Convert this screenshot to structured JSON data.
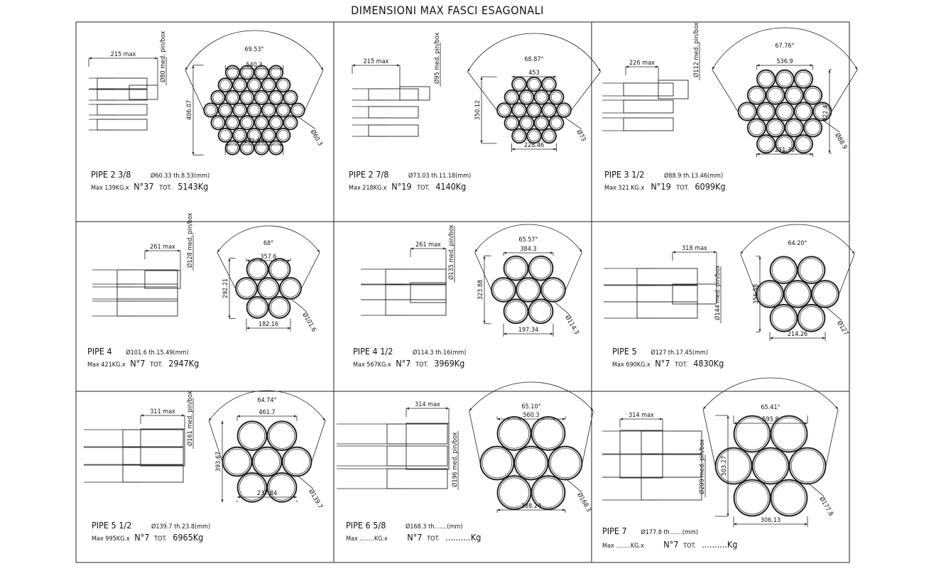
{
  "title": "DIMENSIONI MAX FASCI ESAGONALI",
  "panels": [
    {
      "id": "p1",
      "n": 37,
      "grid": [
        4,
        5,
        6,
        7,
        6,
        5,
        4
      ],
      "angle": "69.53°",
      "width": "540.3",
      "height": "406.07",
      "diam": "Ø60.3",
      "bottom": "271.55",
      "length": "215  max",
      "od": "Ø80 med. pin/box",
      "name": "PIPE 2 3/8",
      "spec": "Ø60.33 th.8.53(mm)",
      "max": "Max 139KG.x",
      "count": "N°37",
      "tot": "TOT.",
      "kg": "5143Kg"
    },
    {
      "id": "p2",
      "n": 19,
      "grid": [
        3,
        4,
        5,
        4,
        3
      ],
      "angle": "68.87°",
      "width": "453",
      "height": "350.12",
      "diam": "Ø73",
      "bottom": "228.46",
      "length": "215  max",
      "od": "Ø95 med. pin/box",
      "name": "PIPE 2 7/8",
      "spec": "Ø73.03 th.11.18(mm)",
      "max": "Max 218KG.x",
      "count": "N°19",
      "tot": "TOT.",
      "kg": "4140Kg"
    },
    {
      "id": "p3",
      "n": 19,
      "grid": [
        3,
        4,
        5,
        4,
        3
      ],
      "angle": "67.76°",
      "width": "536.9",
      "height": "422.47",
      "diam": "Ø88.9",
      "bottom": "271.39",
      "length": "226  max",
      "od": "Ø112 med. pin/box",
      "name": "PIPE 3 1/2",
      "spec": "Ø88.9 th.13.46(mm)",
      "max": "Max 321 KG.x",
      "count": "N°19",
      "tot": "TOT.",
      "kg": "6099Kg"
    },
    {
      "id": "p4",
      "n": 7,
      "grid": [
        2,
        3,
        2
      ],
      "angle": "68°",
      "width": "357.6",
      "height": "292.21",
      "diam": "Ø101.6",
      "bottom": "182.16",
      "length": "261  max",
      "od": "Ø128 med. pin/box",
      "name": "PIPE 4",
      "spec": "Ø101.6 th.15.49(mm)",
      "max": "Max 421KG.x",
      "count": "N°7",
      "tot": "TOT.",
      "kg": "2947Kg"
    },
    {
      "id": "p5",
      "n": 7,
      "grid": [
        2,
        3,
        2
      ],
      "angle": "65.57°",
      "width": "384.3",
      "height": "323.88",
      "diam": "Ø114.3",
      "bottom": "197.34",
      "length": "261  max",
      "od": "Ø135 med. pin/box",
      "name": "PIPE 4 1/2",
      "spec": "Ø114.3 th.16(mm)",
      "max": "Max 567KG.x",
      "count": "N°7",
      "tot": "TOT.",
      "kg": "3969Kg"
    },
    {
      "id": "p6",
      "n": 7,
      "grid": [
        2,
        3,
        2
      ],
      "angle": "64.20°",
      "width": "",
      "height": "356.58",
      "diam": "Ø127",
      "bottom": "214.26",
      "length": "318  max",
      "od": "Ø144 med. pin/box",
      "name": "PIPE 5",
      "spec": "Ø127 th.17.45(mm)",
      "max": "Max 690KG.x",
      "count": "N°7",
      "tot": "TOT.",
      "kg": "4830Kg"
    },
    {
      "id": "p7",
      "n": 7,
      "grid": [
        2,
        3,
        2
      ],
      "angle": "64.74°",
      "width": "461.7",
      "height": "393.67",
      "diam": "Ø139.7",
      "bottom": "237.84",
      "length": "311  max",
      "od": "Ø161 med. pin/box",
      "name": "PIPE 5 1/2",
      "spec": "Ø139.7 th.23.8(mm)",
      "max": "Max 995KG.x",
      "count": "N°7",
      "tot": "TOT.",
      "kg": "6965Kg"
    },
    {
      "id": "p8",
      "n": 7,
      "grid": [
        2,
        3,
        2
      ],
      "angle": "65.10°",
      "width": "560.3",
      "height": "",
      "diam": "Ø168.3",
      "bottom": "288.24",
      "length": "314  max",
      "od": "Ø196 med. pin/box",
      "name": "PIPE 6 5/8",
      "spec": "Ø168.3 th.......(mm)",
      "max": "Max ........KG.x",
      "count": "N°7",
      "tot": "TOT.",
      "kg": "..........Kg"
    },
    {
      "id": "p9",
      "n": 7,
      "grid": [
        2,
        3,
        2
      ],
      "angle": "65.41°",
      "width": "595.8",
      "height": "503.27",
      "diam": "Ø177.8",
      "bottom": "306.13",
      "length": "314  max",
      "od": "Ø209 med. pin/box",
      "name": "PIPE 7",
      "spec": "Ø177.8 th.......(mm)",
      "max": "Max ........KG.x",
      "count": "N°7",
      "tot": "TOT.",
      "kg": "..........Kg"
    }
  ]
}
